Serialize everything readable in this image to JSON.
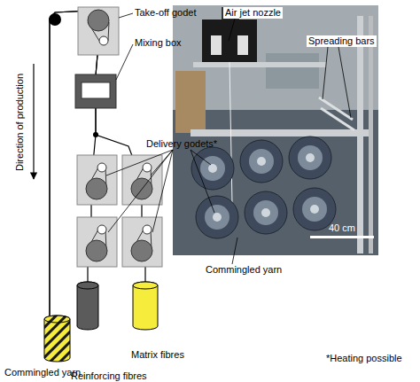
{
  "diagram": {
    "nodes": [
      {
        "text": [
          "Commingled yarn"
        ]
      },
      {
        "text": [
          "Reinforcing fibres"
        ]
      },
      {
        "text": [
          "Matrix fibres"
        ]
      }
    ],
    "edges": [
      {
        "from": 1,
        "to": 0,
        "arrow": "none"
      },
      {
        "from": 2,
        "to": 0,
        "arrow": "none"
      }
    ],
    "labels": [
      "Take-off godet",
      "Mixing box",
      "Delivery godets*",
      "Air jet nozzle",
      "Spreading bars",
      "Commingled yarn",
      "40 cm",
      "Direction of production",
      "*Heating possible"
    ]
  }
}
